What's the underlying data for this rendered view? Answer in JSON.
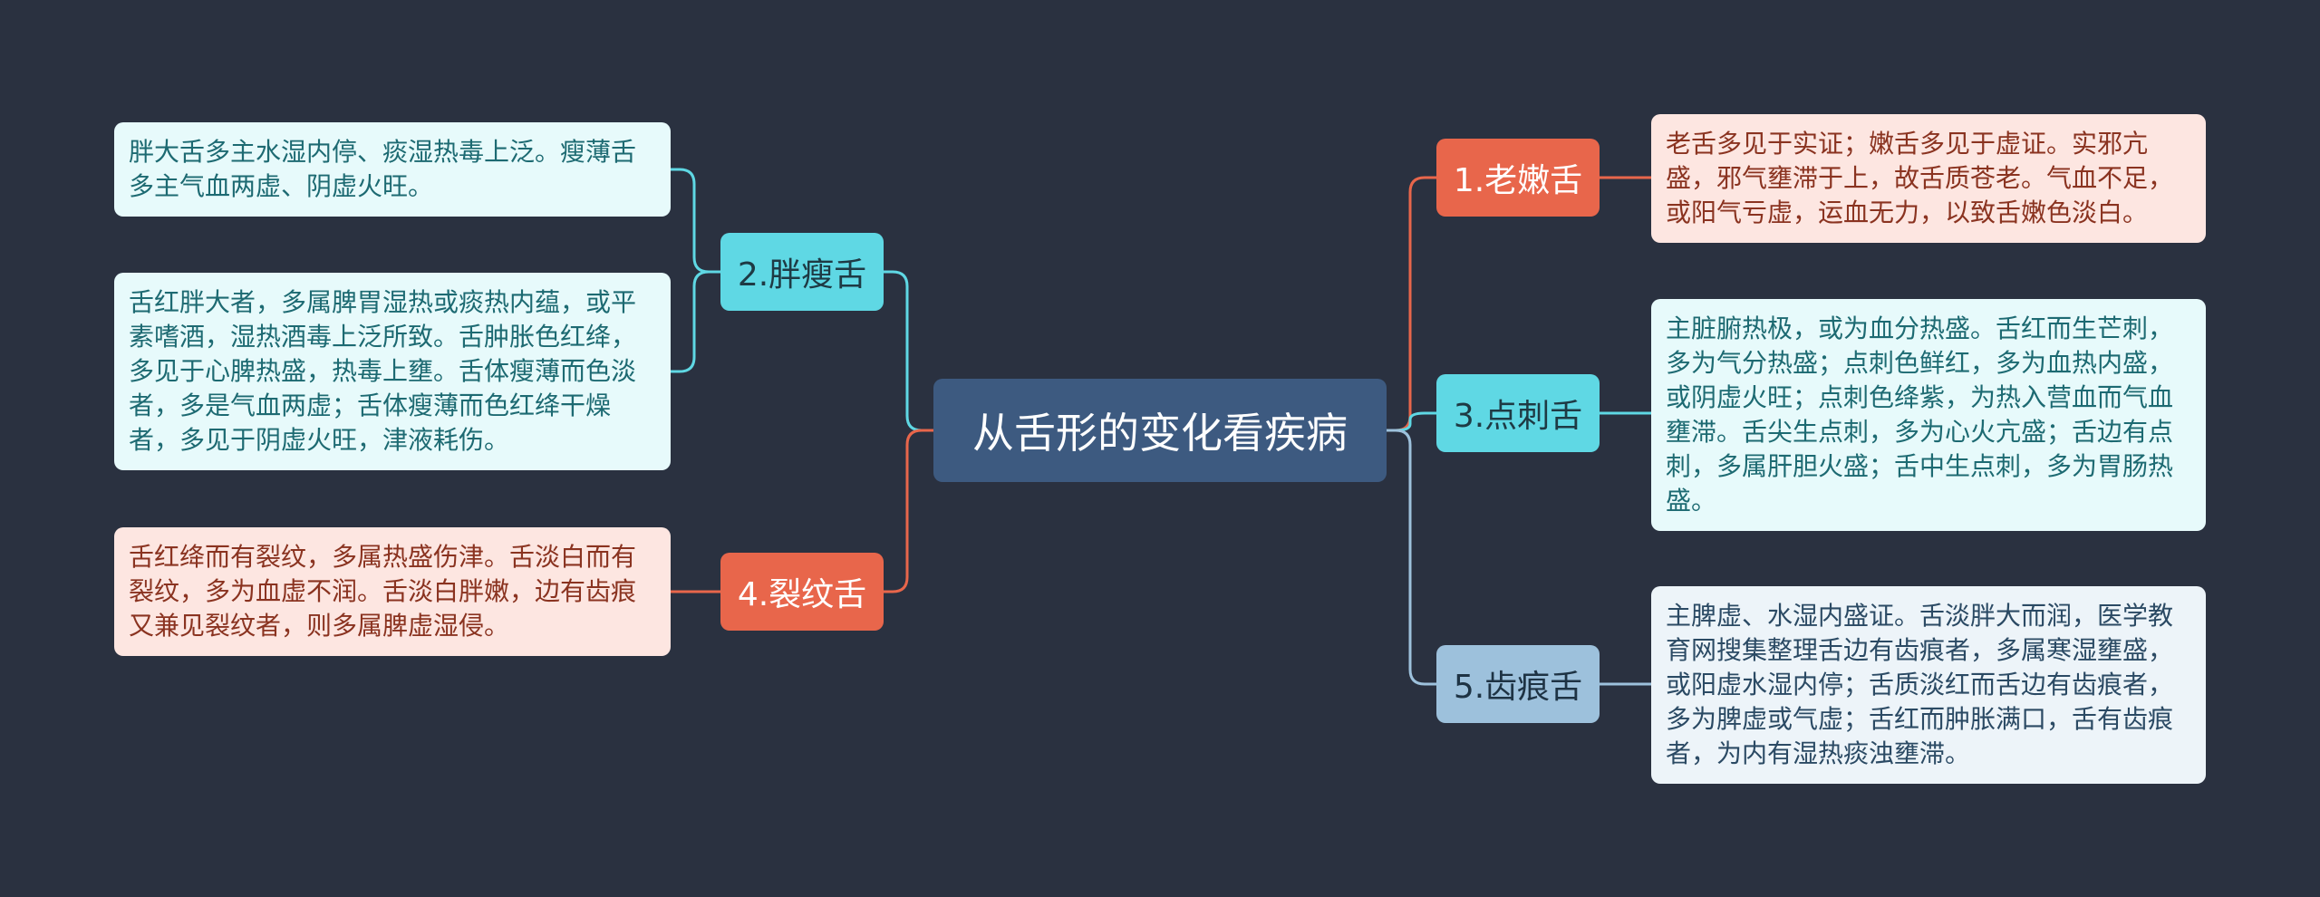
{
  "center": {
    "title": "从舌形的变化看疾病"
  },
  "branches": [
    {
      "label": "1.老嫩舌",
      "leaves": [
        "老舌多见于实证；嫩舌多见于虚证。实邪亢盛，邪气壅滞于上，故舌质苍老。气血不足，或阳气亏虚，运血无力，以致舌嫩色淡白。"
      ]
    },
    {
      "label": "2.胖瘦舌",
      "leaves": [
        "胖大舌多主水湿内停、痰湿热毒上泛。瘦薄舌多主气血两虚、阴虚火旺。",
        "舌红胖大者，多属脾胃湿热或痰热内蕴，或平素嗜酒，湿热酒毒上泛所致。舌肿胀色红绛，多见于心脾热盛，热毒上壅。舌体瘦薄而色淡者，多是气血两虚；舌体瘦薄而色红绛干燥者，多见于阴虚火旺，津液耗伤。"
      ]
    },
    {
      "label": "3.点刺舌",
      "leaves": [
        "主脏腑热极，或为血分热盛。舌红而生芒刺，多为气分热盛；点刺色鲜红，多为血热内盛，或阴虚火旺；点刺色绛紫，为热入营血而气血壅滞。舌尖生点刺，多为心火亢盛；舌边有点刺，多属肝胆火盛；舌中生点刺，多为胃肠热盛。"
      ]
    },
    {
      "label": "4.裂纹舌",
      "leaves": [
        "舌红绛而有裂纹，多属热盛伤津。舌淡白而有裂纹，多为血虚不润。舌淡白胖嫩，边有齿痕又兼见裂纹者，则多属脾虚湿侵。"
      ]
    },
    {
      "label": "5.齿痕舌",
      "leaves": [
        "主脾虚、水湿内盛证。舌淡胖大而润，医学教育网搜集整理舌边有齿痕者，多属寒湿壅盛，或阳虚水湿内停；舌质淡红而舌边有齿痕者，多为脾虚或气虚；舌红而肿胀满口，舌有齿痕者，为内有湿热痰浊壅滞。"
      ]
    }
  ],
  "colors": {
    "background": "#2a3140",
    "center": "#3d5a80",
    "cyan": "#5fd8e4",
    "red": "#e8664b",
    "blue": "#9dc1dc"
  }
}
